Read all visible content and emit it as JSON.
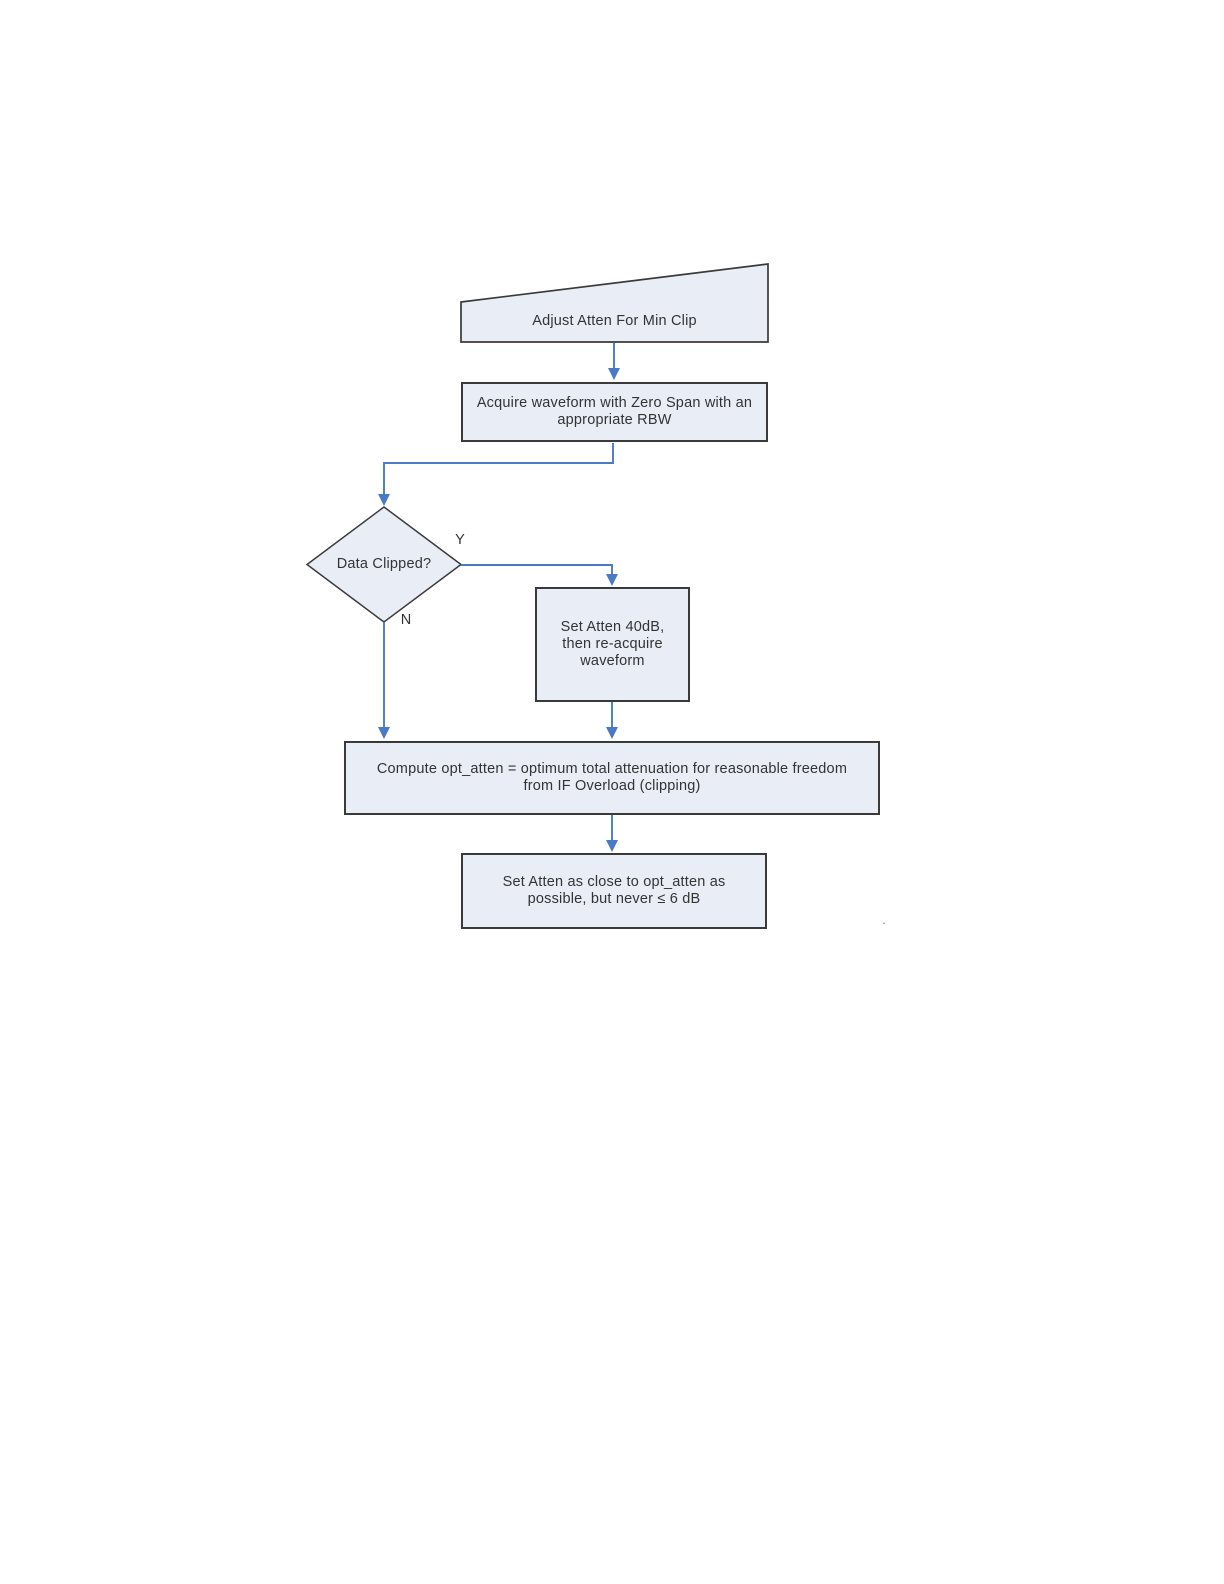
{
  "page": {
    "background": "#ffffff"
  },
  "colors": {
    "node_fill": "#e9edf6",
    "node_border": "#3a3a3a",
    "connector_blue": "#4a7ac6",
    "text": "#333333"
  },
  "flowchart": {
    "nodes": {
      "adjust_atten": {
        "shape": "slanted-top-banner",
        "label": "Adjust Atten For Min Clip"
      },
      "acquire_waveform": {
        "shape": "rect",
        "label": "Acquire waveform with Zero Span with an appropriate RBW"
      },
      "data_clipped": {
        "shape": "diamond",
        "label": "Data Clipped?"
      },
      "set_atten_40": {
        "shape": "rect",
        "label": "Set Atten 40dB, then re-acquire waveform"
      },
      "compute_opt_atten": {
        "shape": "rect",
        "label": "Compute opt_atten = optimum total attenuation for reasonable freedom from IF Overload (clipping)"
      },
      "set_atten_final": {
        "shape": "rect",
        "label": "Set Atten as close to opt_atten as possible, but never ≤ 6 dB"
      }
    },
    "branch_labels": {
      "yes": "Y",
      "no": "N"
    },
    "stray_mark": "."
  }
}
